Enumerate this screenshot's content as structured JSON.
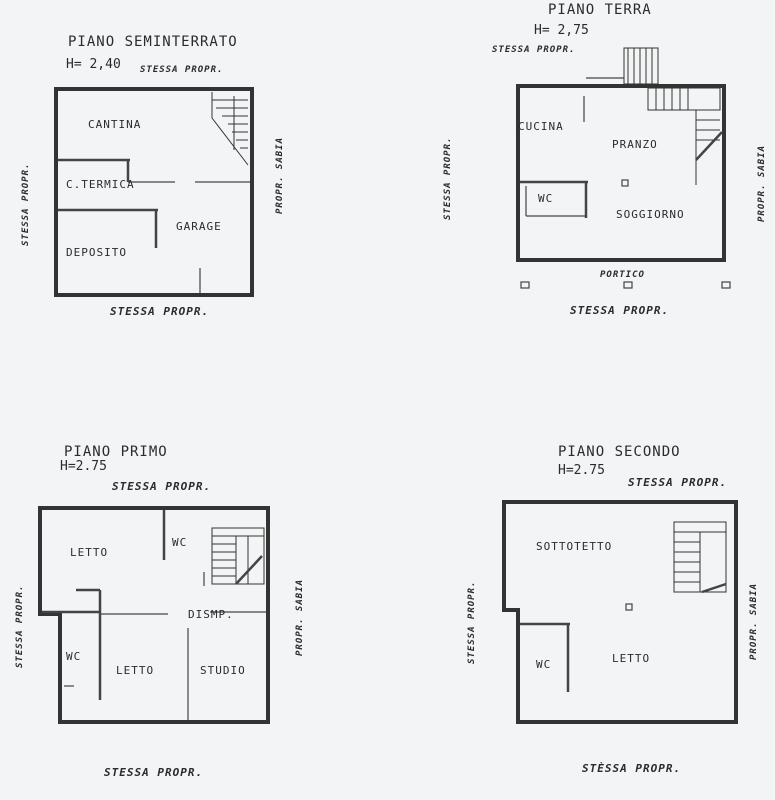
{
  "floors": [
    {
      "title": "PIANO  SEMINTERRATO",
      "height": "H= 2,40",
      "rooms": [
        "CANTINA",
        "C.TERMICA",
        "DEPOSITO",
        "GARAGE"
      ],
      "neighbors": {
        "top": "STESSA  PROPR.",
        "bottom": "STESSA  PROPR.",
        "left": "STESSA  PROPR.",
        "right": "PROPR. SABIA"
      }
    },
    {
      "title": "PIANO  TERRA",
      "height": "H= 2,75",
      "rooms": [
        "CUCINA",
        "PRANZO",
        "WC",
        "SOGGIORNO",
        "PORTICO"
      ],
      "neighbors": {
        "top": "STESSA  PROPR.",
        "bottom": "STESSA  PROPR.",
        "left": "STESSA  PROPR.",
        "right": "PROPR. SABIA"
      }
    },
    {
      "title": "PIANO  PRIMO",
      "height": "H=2.75",
      "rooms": [
        "LETTO",
        "WC",
        "DISMP.",
        "WC",
        "LETTO",
        "STUDIO"
      ],
      "neighbors": {
        "top": "STESSA  PROPR.",
        "bottom": "STESSA  PROPR.",
        "left": "STESSA  PROPR.",
        "right": "PROPR. SABIA"
      }
    },
    {
      "title": "PIANO  SECONDO",
      "height": "H=2.75",
      "rooms": [
        "SOTTOTETTO",
        "WC",
        "LETTO"
      ],
      "neighbors": {
        "top": "STESSA  PROPR.",
        "bottom": "STÈSSA  PROPR.",
        "left": "STESSA  PROPR.",
        "right": "PROPR. SABIA"
      }
    }
  ]
}
